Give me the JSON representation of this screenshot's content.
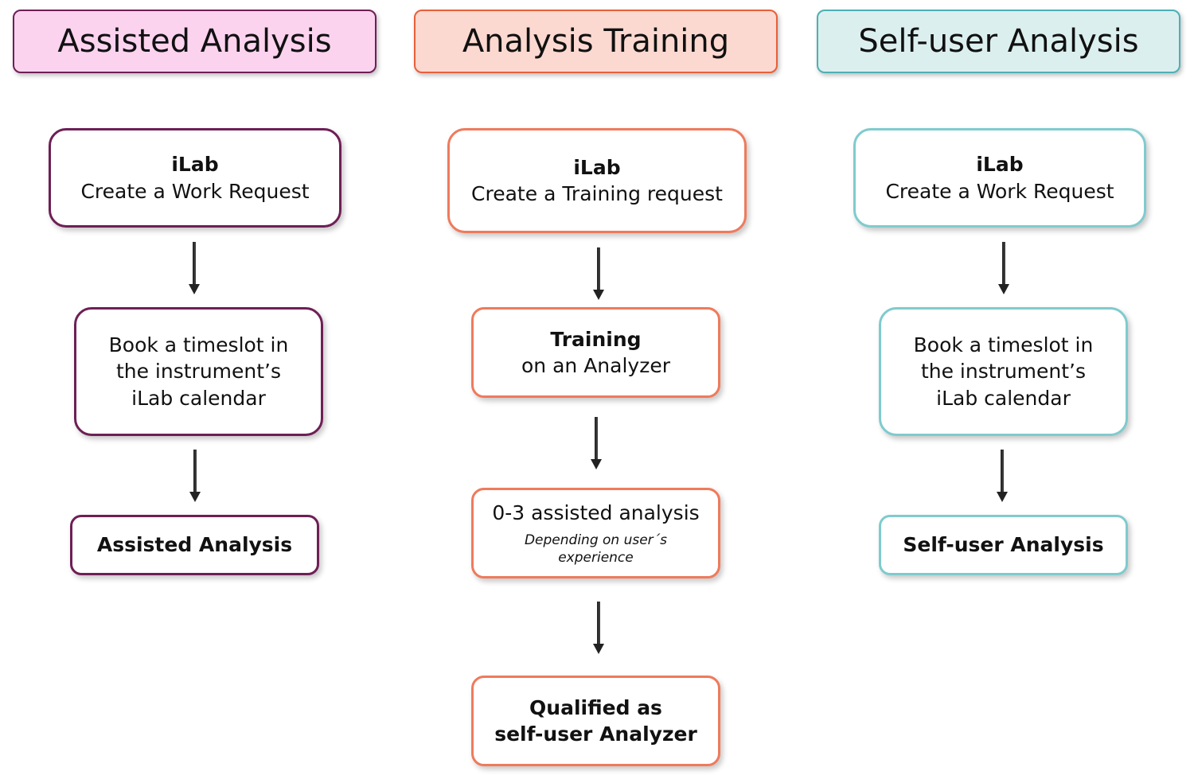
{
  "columns": {
    "assisted": {
      "header": "Assisted Analysis",
      "step1": {
        "title": "iLab",
        "text": "Create a Work Request"
      },
      "step2": {
        "line1": "Book a timeslot in",
        "line2": "the instrument’s",
        "line3": "iLab calendar"
      },
      "step3": {
        "text": "Assisted Analysis"
      }
    },
    "training": {
      "header": "Analysis Training",
      "step1": {
        "title": "iLab",
        "text": "Create a Training request"
      },
      "step2": {
        "title": "Training",
        "text": "on an Analyzer"
      },
      "step3": {
        "text": "0-3 assisted analysis",
        "note_line1": "Depending on user´s",
        "note_line2": "experience"
      },
      "step4": {
        "line1": "Qualified as",
        "line2": "self-user Analyzer"
      }
    },
    "self": {
      "header": "Self-user Analysis",
      "step1": {
        "title": "iLab",
        "text": "Create a Work Request"
      },
      "step2": {
        "line1": "Book a timeslot in",
        "line2": "the instrument’s",
        "line3": "iLab calendar"
      },
      "step3": {
        "text": "Self-user Analysis"
      }
    }
  },
  "colors": {
    "assisted_border": "#6e1f55",
    "assisted_fill": "#fbd3ef",
    "training_border": "#ef7a5c",
    "training_fill": "#fcd9d0",
    "self_border": "#7fcbce",
    "self_fill": "#dcefef",
    "arrow": "#222222"
  },
  "icons": {
    "connector": "arrow-down-icon"
  }
}
